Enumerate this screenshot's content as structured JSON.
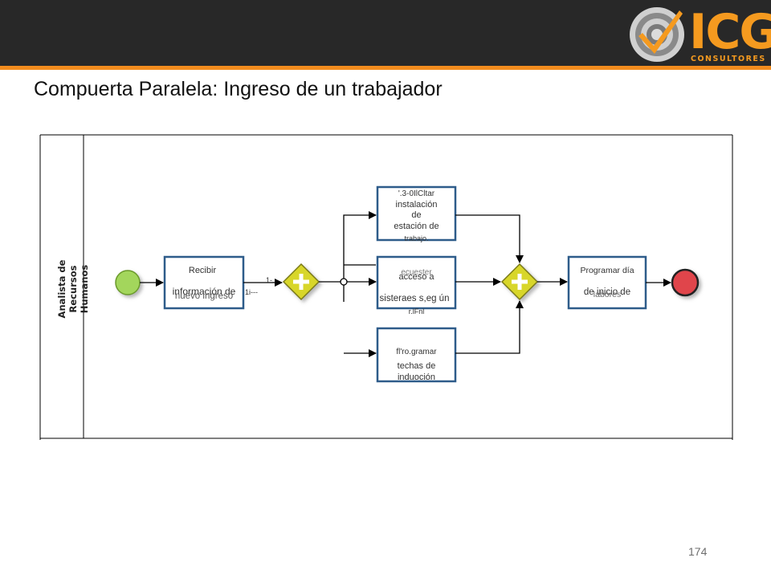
{
  "header": {
    "logo_text": "ICG",
    "logo_subtext": "CONSULTORES",
    "accent_color": "#f28c1e",
    "bar_color": "#282828"
  },
  "title": "Compuerta Paralela: Ingreso de un trabajador",
  "diagram": {
    "lane": "Analista de Recursos Humanos",
    "start_event": "start-event",
    "end_event": "end-event",
    "task_receive": {
      "line1": "Recibir",
      "line2": "información de",
      "line3": "nuevo ingreso",
      "flow_mark": "1i---"
    },
    "gateway_split": "parallel-split",
    "gateway_join": "parallel-join",
    "small_mark": "1-.",
    "task_install": {
      "line1": "'.3-0IlCltar",
      "line2": "instalación",
      "line3": "de",
      "line4": "estación de",
      "line5": "trabajo."
    },
    "task_access": {
      "line1": "acceso a",
      "line2": "sisteraes s,eg ún",
      "line3": "r.lFnl",
      "overlay": "ecuester"
    },
    "task_induction": {
      "line1": "fl'ro.gramar",
      "line2": "techas de",
      "line3": "induoción"
    },
    "task_schedule": {
      "line1": "Programar día",
      "line2": "de inicio de",
      "line3": "labores"
    },
    "colors": {
      "start": "#9bd04a",
      "end": "#d9363e",
      "gateway": "#d8d62c",
      "task_border": "#2e5c8a"
    }
  },
  "page_number": "174"
}
